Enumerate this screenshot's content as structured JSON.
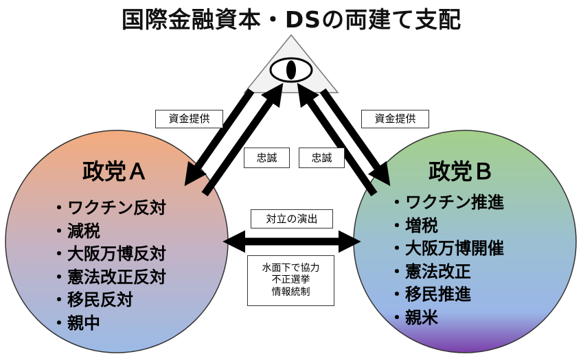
{
  "title": "国際金融資本・DSの両建て支配",
  "labels": {
    "funding_left": "資金提供",
    "funding_right": "資金提供",
    "loyalty_left": "忠誠",
    "loyalty_right": "忠誠",
    "staged_conflict": "対立の演出",
    "underwater": [
      "水面下で協力",
      "不正選挙",
      "情報統制"
    ]
  },
  "party_a": {
    "name": "政党Ａ",
    "policies": [
      "・ワクチン反対",
      "・減税",
      "・大阪万博反対",
      "・憲法改正反対",
      "・移民反対",
      "・親中"
    ],
    "colors": {
      "top": "#f4ab7e",
      "bottom": "#9bbbe6"
    }
  },
  "party_b": {
    "name": "政党Ｂ",
    "policies": [
      "・ワクチン推進",
      "・増税",
      "・大阪万博開催",
      "・憲法改正",
      "・移民推進",
      "・親米"
    ],
    "colors": {
      "top": "#a4d08a",
      "middle": "#9ab6e8",
      "bottom": "#7a3fa8"
    }
  },
  "icon": "all-seeing-eye-triangle-icon"
}
